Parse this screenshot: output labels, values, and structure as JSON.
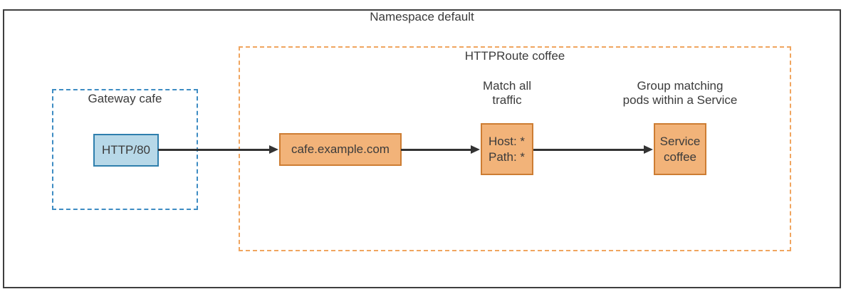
{
  "namespace": {
    "label": "Namespace default"
  },
  "gateway": {
    "label": "Gateway cafe",
    "listener_label": "HTTP/80"
  },
  "httproute": {
    "label": "HTTPRoute coffee",
    "hostname_label": "cafe.example.com",
    "match_annotation": {
      "line1": "Match all",
      "line2": "traffic"
    },
    "match_rules": {
      "host": "Host: *",
      "path": "Path: *"
    },
    "backend_annotation": {
      "line1": "Group matching",
      "line2": "pods within a Service"
    },
    "service": {
      "line1": "Service",
      "line2": "coffee"
    }
  },
  "colors": {
    "outer_border": "#3f3f3f",
    "gateway_dash": "#3e8cc3",
    "gateway_node_fill": "#b7d8e8",
    "gateway_node_border": "#2f7fad",
    "route_dash": "#f0a55f",
    "route_node_fill": "#f2b379",
    "route_node_border": "#cd7d33",
    "arrow": "#333333",
    "text": "#3b3b3b"
  }
}
